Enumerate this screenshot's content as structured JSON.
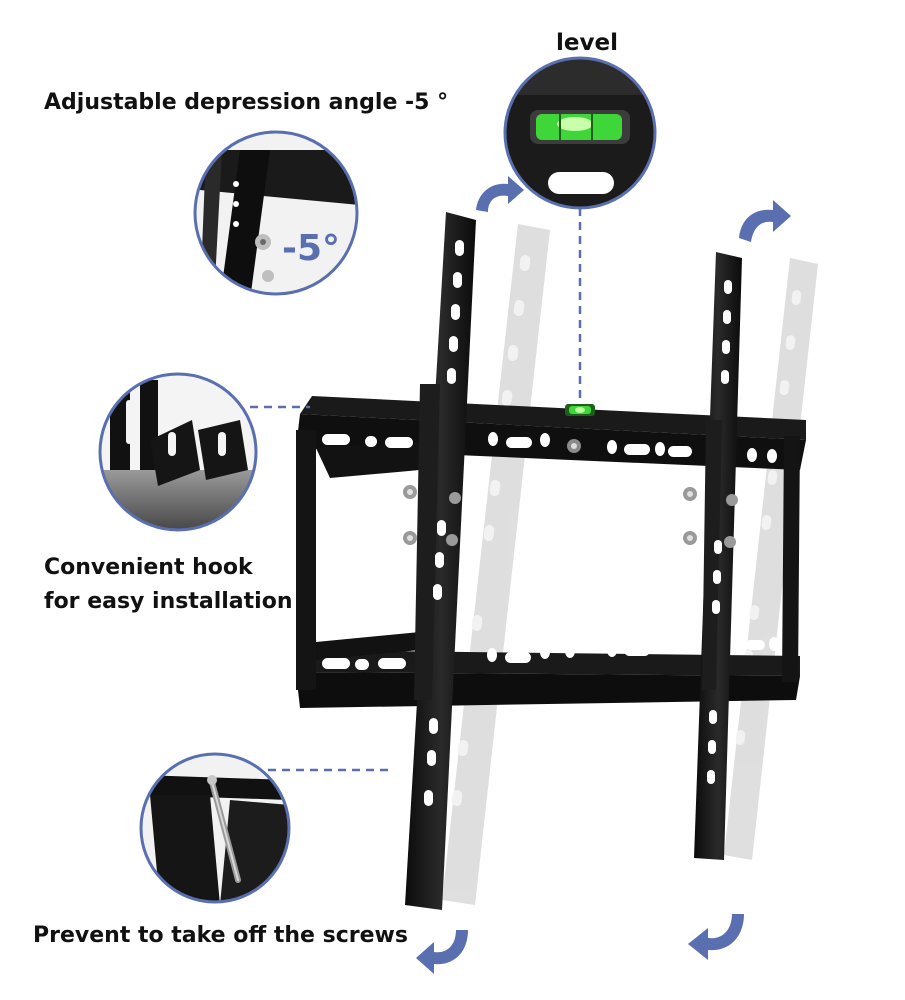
{
  "labels": {
    "level": "level",
    "tilt": "Adjustable depression angle -5 °",
    "hook_line1": "Convenient hook",
    "hook_line2": "for easy installation",
    "screws": "Prevent to take off the screws"
  },
  "insets": {
    "tilt_badge": "-5°"
  },
  "colors": {
    "accent": "#5A6FB0",
    "metal": "#111111",
    "ghost": "#C4C4C4",
    "bubble": "#3FD63A",
    "text": "#111111"
  },
  "icons": [
    "rotate-arrow-icon",
    "dashed-leader-line",
    "level-bubble-icon"
  ]
}
